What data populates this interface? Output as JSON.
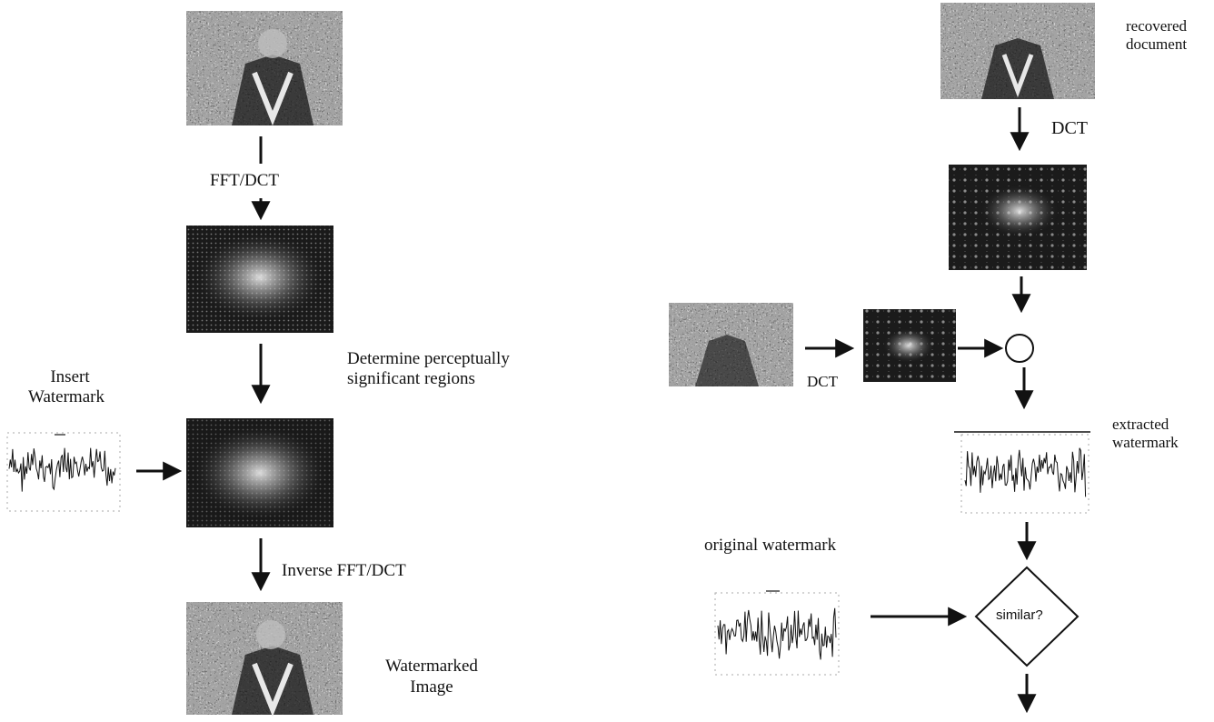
{
  "embedding": {
    "transform_label": "FFT/DCT",
    "determine_label_line1": "Determine perceptually",
    "determine_label_line2": "significant regions",
    "insert_label_line1": "Insert",
    "insert_label_line2": "Watermark",
    "inverse_label": "Inverse FFT/DCT",
    "watermarked_label_line1": "Watermarked",
    "watermarked_label_line2": "Image"
  },
  "detection": {
    "recovered_label_line1": "recovered",
    "recovered_label_line2": "document",
    "dct_label_top": "DCT",
    "dct_label_left": "DCT",
    "extracted_label_line1": "extracted",
    "extracted_label_line2": "watermark",
    "original_label": "original watermark",
    "decision_label": "similar?"
  },
  "icons": {
    "photo": "image-thumbnail-icon",
    "spectrum": "frequency-spectrum-icon",
    "signal": "noise-signal-plot-icon",
    "combiner": "circle-node-icon",
    "decision": "diamond-decision-icon"
  }
}
